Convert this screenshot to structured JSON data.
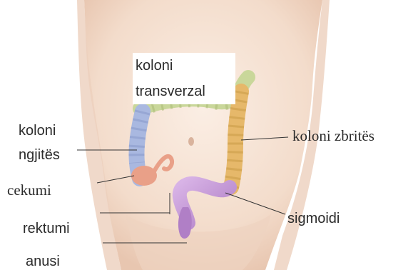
{
  "diagram": {
    "labels": {
      "transverse_line1": "koloni",
      "transverse_line2": "transverzal",
      "ascending_line1": "koloni",
      "ascending_line2": "ngjitës",
      "descending": "koloni zbritës",
      "cecum": "cekumi",
      "sigmoid": "sigmoidi",
      "rectum": "rektumi",
      "anus": "anusi"
    },
    "colors": {
      "skin": "#f6e2d4",
      "skin_shadow": "#e9c7b2",
      "transverse": "#c9d79a",
      "ascending": "#a9b8e0",
      "descending": "#e6b86a",
      "cecum": "#e9a088",
      "sigmoid": "#c79ad8",
      "leader_line": "#333333"
    }
  }
}
